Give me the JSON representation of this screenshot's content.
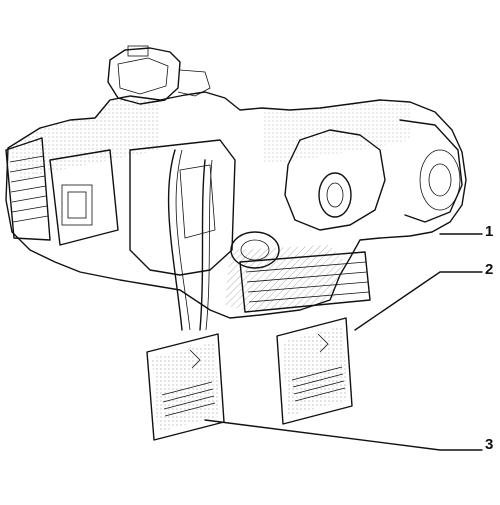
{
  "callouts": [
    {
      "label": "1"
    },
    {
      "label": "2"
    },
    {
      "label": "3"
    }
  ],
  "colors": {
    "line": "#111111",
    "background": "#ffffff"
  }
}
